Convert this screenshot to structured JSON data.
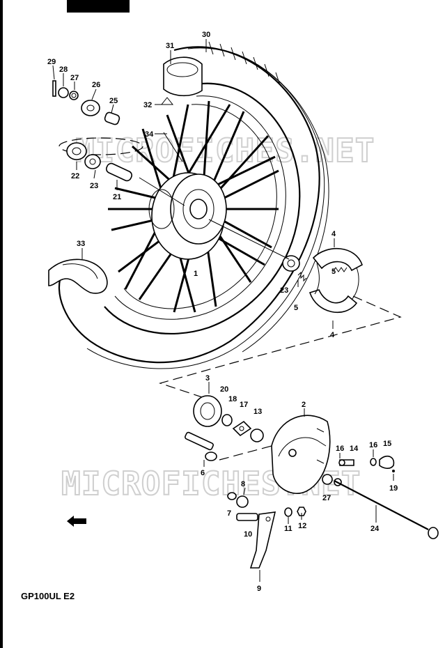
{
  "diagram": {
    "model_code": "GP100UL  E2",
    "watermark": "MICROFICHES.NET",
    "callouts": [
      "30",
      "31",
      "32",
      "29",
      "28",
      "27",
      "26",
      "25",
      "34",
      "22",
      "23",
      "21",
      "33",
      "1",
      "4",
      "5",
      "23",
      "5",
      "4",
      "3",
      "20",
      "18",
      "17",
      "13",
      "2",
      "6",
      "16",
      "14",
      "16",
      "15",
      "19",
      "8",
      "7",
      "27",
      "11",
      "12",
      "10",
      "24",
      "9"
    ]
  }
}
